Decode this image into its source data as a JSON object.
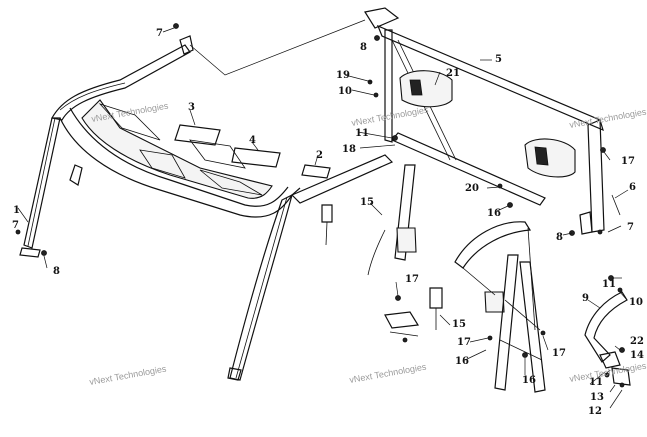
{
  "callouts": [
    {
      "id": "c1",
      "text": "1"
    },
    {
      "id": "c2",
      "text": "2"
    },
    {
      "id": "c3",
      "text": "3"
    },
    {
      "id": "c4",
      "text": "4"
    },
    {
      "id": "c5",
      "text": "5"
    },
    {
      "id": "c6",
      "text": "6"
    },
    {
      "id": "c7a",
      "text": "7"
    },
    {
      "id": "c7b",
      "text": "7"
    },
    {
      "id": "c7c",
      "text": "7"
    },
    {
      "id": "c8a",
      "text": "8"
    },
    {
      "id": "c8b",
      "text": "8"
    },
    {
      "id": "c8c",
      "text": "8"
    },
    {
      "id": "c9",
      "text": "9"
    },
    {
      "id": "c10a",
      "text": "10"
    },
    {
      "id": "c10b",
      "text": "10"
    },
    {
      "id": "c11a",
      "text": "11"
    },
    {
      "id": "c11b",
      "text": "11"
    },
    {
      "id": "c11c",
      "text": "11"
    },
    {
      "id": "c12",
      "text": "12"
    },
    {
      "id": "c13",
      "text": "13"
    },
    {
      "id": "c14",
      "text": "14"
    },
    {
      "id": "c15a",
      "text": "15"
    },
    {
      "id": "c15b",
      "text": "15"
    },
    {
      "id": "c16a",
      "text": "16"
    },
    {
      "id": "c16b",
      "text": "16"
    },
    {
      "id": "c16c",
      "text": "16"
    },
    {
      "id": "c17a",
      "text": "17"
    },
    {
      "id": "c17b",
      "text": "17"
    },
    {
      "id": "c17c",
      "text": "17"
    },
    {
      "id": "c17d",
      "text": "17"
    },
    {
      "id": "c18",
      "text": "18"
    },
    {
      "id": "c19",
      "text": "19"
    },
    {
      "id": "c20",
      "text": "20"
    },
    {
      "id": "c21",
      "text": "21"
    },
    {
      "id": "c22",
      "text": "22"
    }
  ],
  "watermarks": [
    {
      "id": "w1",
      "text": "vNext Technologies"
    },
    {
      "id": "w2",
      "text": "vNext Technologies"
    },
    {
      "id": "w3",
      "text": "vNext Technologies"
    },
    {
      "id": "w4",
      "text": "vNext Technologies"
    },
    {
      "id": "w5",
      "text": "vNext Technologies"
    },
    {
      "id": "w6",
      "text": "vNext Technologies"
    }
  ]
}
